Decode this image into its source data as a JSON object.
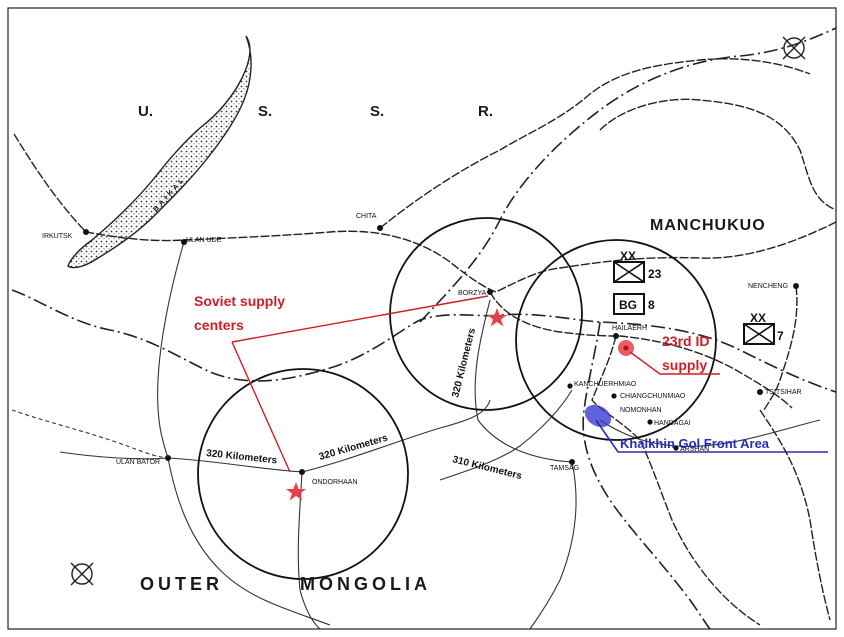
{
  "regions": {
    "ussr": [
      "U.",
      "S.",
      "S.",
      "R."
    ],
    "manchukuo": "MANCHUKUO",
    "outer_mongolia_1": "OUTER",
    "outer_mongolia_2": "MONGOLIA"
  },
  "lake": "BAIKAL",
  "places": {
    "irkutsk": "IRKUTSK",
    "ulan_ude": "ULAN UDE",
    "chita": "CHITA",
    "borzya": "BORZYA",
    "hailaerh": "HAILAERH",
    "nencheng": "NENCHENG",
    "tsitsihar": "TSITSIHAR",
    "kanchuerhmiao": "KANCHUERHMIAO",
    "chiangchunmiao": "CHIANGCHUNMIAO",
    "nomonhan": "NOMONHAN",
    "handagai": "HANDAGAI",
    "arshan": "ARSHAN",
    "tamsag": "TAMSAG",
    "ulan_bator": "ULAN BATOR",
    "ondorhaan": "ONDORHAAN"
  },
  "distances": {
    "left_west": "320 Kilometers",
    "left_east": "320 Kilometers",
    "middle": "320 Kilometers",
    "tamsag": "310 Kilometers"
  },
  "units": {
    "div23_symbol": "XX",
    "div23": "23",
    "bg": "BG",
    "bg_number": "8",
    "div7_symbol": "XX",
    "div7": "7"
  },
  "annotations": {
    "soviet_line1": "Soviet supply",
    "soviet_line2": "centers",
    "id_line1": "23rd ID",
    "id_line2": "supply",
    "front": "Khalkhin Gol Front Area"
  },
  "colors": {
    "annotation_red": "#d01c24",
    "annotation_blue": "#2a2ab8",
    "map_ink": "#111111"
  },
  "icons": [
    "compass-rose-icon",
    "supply-star-icon",
    "supply-point-icon"
  ]
}
